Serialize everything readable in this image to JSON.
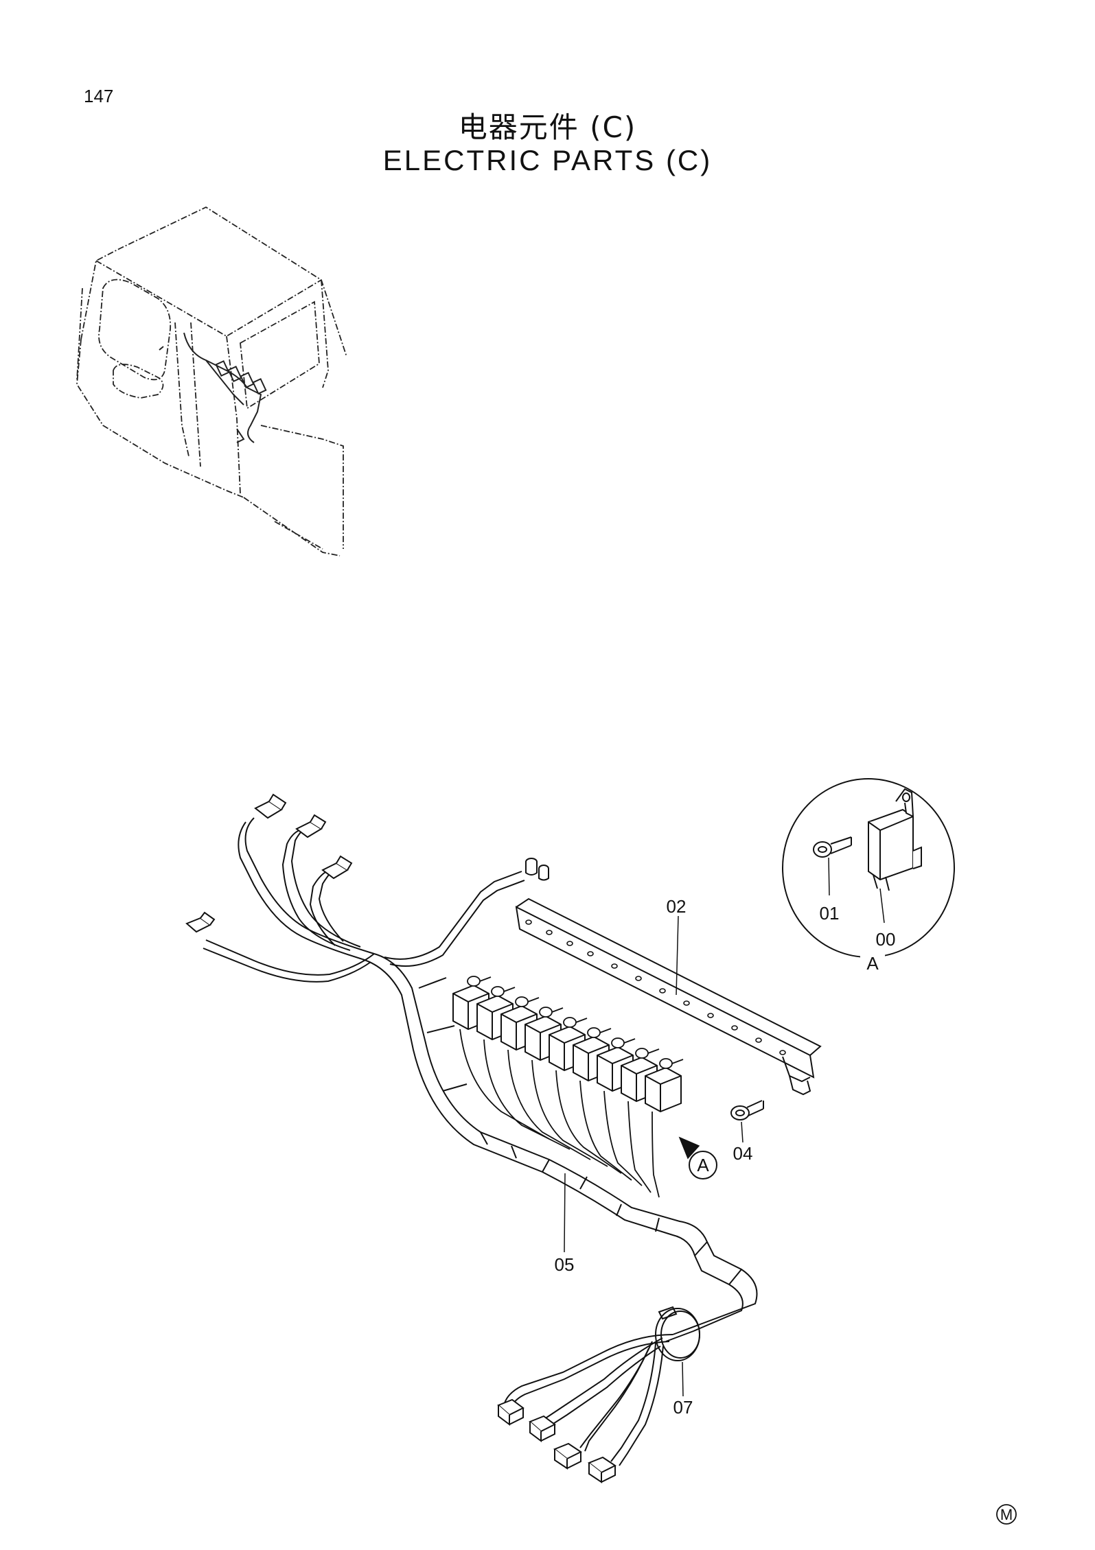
{
  "page": {
    "number": "147"
  },
  "title": {
    "cn": "电器元件 (C)",
    "en": "ELECTRIC  PARTS  (C)"
  },
  "callouts": {
    "p00": "00",
    "p01": "01",
    "p02": "02",
    "p04": "04",
    "p05": "05",
    "p07": "07"
  },
  "detail_view": {
    "label": "A",
    "marker": "A"
  },
  "footer": {
    "mark": "M"
  }
}
